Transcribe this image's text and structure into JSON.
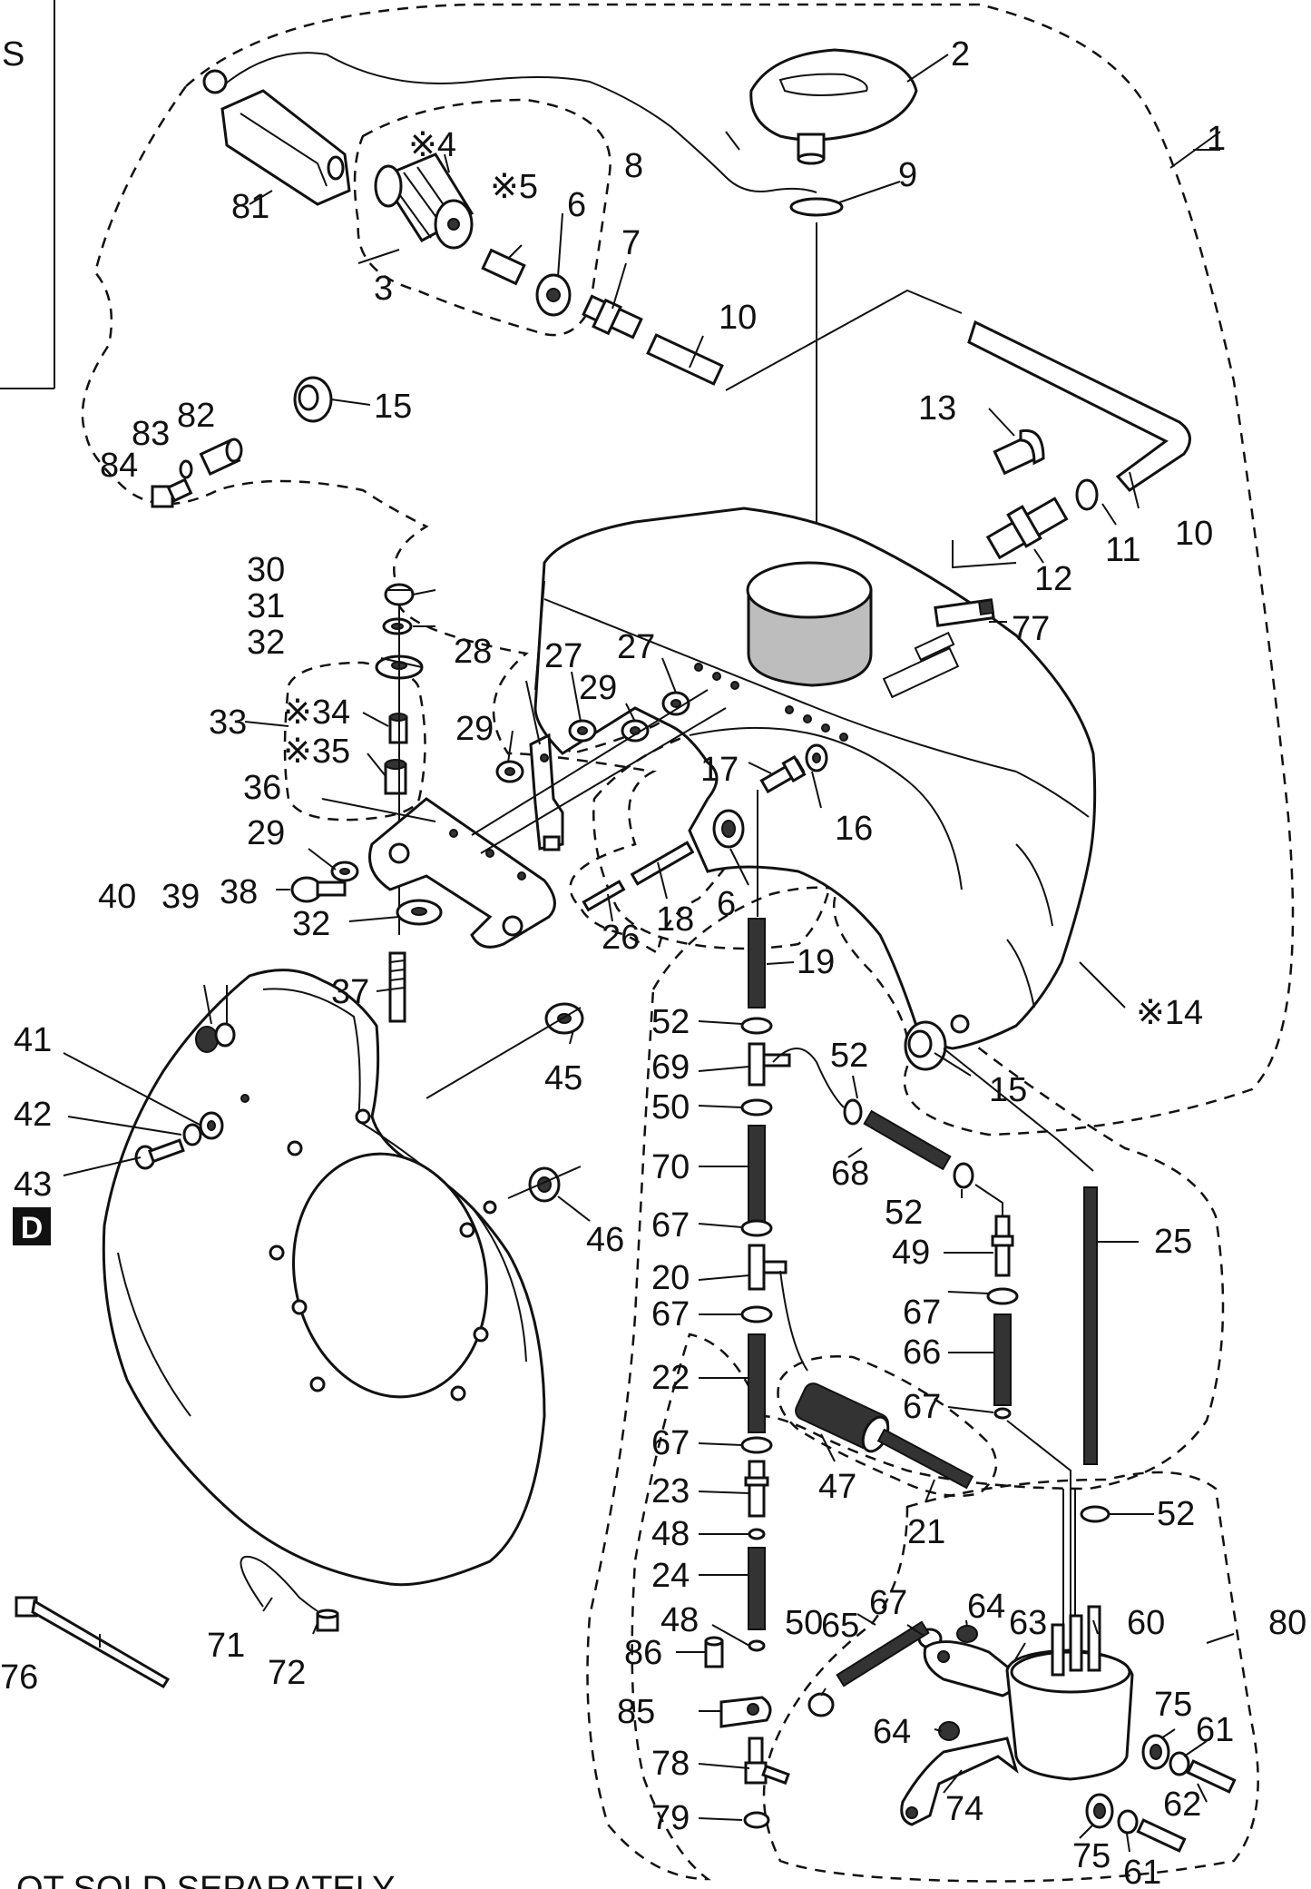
{
  "diagram": {
    "type": "exploded parts diagram",
    "side_note_text": "S",
    "section_marker": "D",
    "footer_text": "OT SOLD SEPARATELY",
    "callouts": [
      {
        "id": "c1",
        "text": "1"
      },
      {
        "id": "c2",
        "text": "2"
      },
      {
        "id": "c3",
        "text": "3"
      },
      {
        "id": "c4",
        "text": "※4"
      },
      {
        "id": "c5",
        "text": "※5"
      },
      {
        "id": "c6a",
        "text": "6"
      },
      {
        "id": "c7",
        "text": "7"
      },
      {
        "id": "c8",
        "text": "8"
      },
      {
        "id": "c9",
        "text": "9"
      },
      {
        "id": "c10a",
        "text": "10"
      },
      {
        "id": "c81",
        "text": "81"
      },
      {
        "id": "c15a",
        "text": "15"
      },
      {
        "id": "c82",
        "text": "82"
      },
      {
        "id": "c83",
        "text": "83"
      },
      {
        "id": "c84",
        "text": "84"
      },
      {
        "id": "c13",
        "text": "13"
      },
      {
        "id": "c11",
        "text": "11"
      },
      {
        "id": "c10b",
        "text": "10"
      },
      {
        "id": "c12",
        "text": "12"
      },
      {
        "id": "c77",
        "text": "77"
      },
      {
        "id": "c30",
        "text": "30"
      },
      {
        "id": "c31",
        "text": "31"
      },
      {
        "id": "c32a",
        "text": "32"
      },
      {
        "id": "c33",
        "text": "33"
      },
      {
        "id": "c34",
        "text": "※34"
      },
      {
        "id": "c35",
        "text": "※35"
      },
      {
        "id": "c36",
        "text": "36"
      },
      {
        "id": "c29a",
        "text": "29"
      },
      {
        "id": "c38",
        "text": "38"
      },
      {
        "id": "c32b",
        "text": "32"
      },
      {
        "id": "c28",
        "text": "28"
      },
      {
        "id": "c27a",
        "text": "27"
      },
      {
        "id": "c27b",
        "text": "27"
      },
      {
        "id": "c29b",
        "text": "29"
      },
      {
        "id": "c29c",
        "text": "29"
      },
      {
        "id": "c17",
        "text": "17"
      },
      {
        "id": "c16",
        "text": "16"
      },
      {
        "id": "c6b",
        "text": "6"
      },
      {
        "id": "c18",
        "text": "18"
      },
      {
        "id": "c26",
        "text": "26"
      },
      {
        "id": "c40",
        "text": "40"
      },
      {
        "id": "c39",
        "text": "39"
      },
      {
        "id": "c37",
        "text": "37"
      },
      {
        "id": "c19",
        "text": "19"
      },
      {
        "id": "c14",
        "text": "※14"
      },
      {
        "id": "c41",
        "text": "41"
      },
      {
        "id": "c42",
        "text": "42"
      },
      {
        "id": "c43",
        "text": "43"
      },
      {
        "id": "c45",
        "text": "45"
      },
      {
        "id": "c46",
        "text": "46"
      },
      {
        "id": "c52a",
        "text": "52"
      },
      {
        "id": "c69",
        "text": "69"
      },
      {
        "id": "c50a",
        "text": "50"
      },
      {
        "id": "c52b",
        "text": "52"
      },
      {
        "id": "c15b",
        "text": "15"
      },
      {
        "id": "c70",
        "text": "70"
      },
      {
        "id": "c68",
        "text": "68"
      },
      {
        "id": "c52c",
        "text": "52"
      },
      {
        "id": "c25",
        "text": "25"
      },
      {
        "id": "c67a",
        "text": "67"
      },
      {
        "id": "c49",
        "text": "49"
      },
      {
        "id": "c20",
        "text": "20"
      },
      {
        "id": "c67b",
        "text": "67"
      },
      {
        "id": "c67c",
        "text": "67"
      },
      {
        "id": "c66",
        "text": "66"
      },
      {
        "id": "c22",
        "text": "22"
      },
      {
        "id": "c67d",
        "text": "67"
      },
      {
        "id": "c67e",
        "text": "67"
      },
      {
        "id": "c47",
        "text": "47"
      },
      {
        "id": "c23",
        "text": "23"
      },
      {
        "id": "c21",
        "text": "21"
      },
      {
        "id": "c52d",
        "text": "52"
      },
      {
        "id": "c48a",
        "text": "48"
      },
      {
        "id": "c24",
        "text": "24"
      },
      {
        "id": "c71",
        "text": "71"
      },
      {
        "id": "c72",
        "text": "72"
      },
      {
        "id": "c76",
        "text": "76"
      },
      {
        "id": "c48b",
        "text": "48"
      },
      {
        "id": "c65",
        "text": "65"
      },
      {
        "id": "c67f",
        "text": "67"
      },
      {
        "id": "c64a",
        "text": "64"
      },
      {
        "id": "c63",
        "text": "63"
      },
      {
        "id": "c60",
        "text": "60"
      },
      {
        "id": "c80",
        "text": "80"
      },
      {
        "id": "c86",
        "text": "86"
      },
      {
        "id": "c50b",
        "text": "50"
      },
      {
        "id": "c85",
        "text": "85"
      },
      {
        "id": "c75a",
        "text": "75"
      },
      {
        "id": "c61a",
        "text": "61"
      },
      {
        "id": "c64b",
        "text": "64"
      },
      {
        "id": "c78",
        "text": "78"
      },
      {
        "id": "c62",
        "text": "62"
      },
      {
        "id": "c74",
        "text": "74"
      },
      {
        "id": "c79",
        "text": "79"
      },
      {
        "id": "c75b",
        "text": "75"
      },
      {
        "id": "c61b",
        "text": "61"
      }
    ]
  }
}
